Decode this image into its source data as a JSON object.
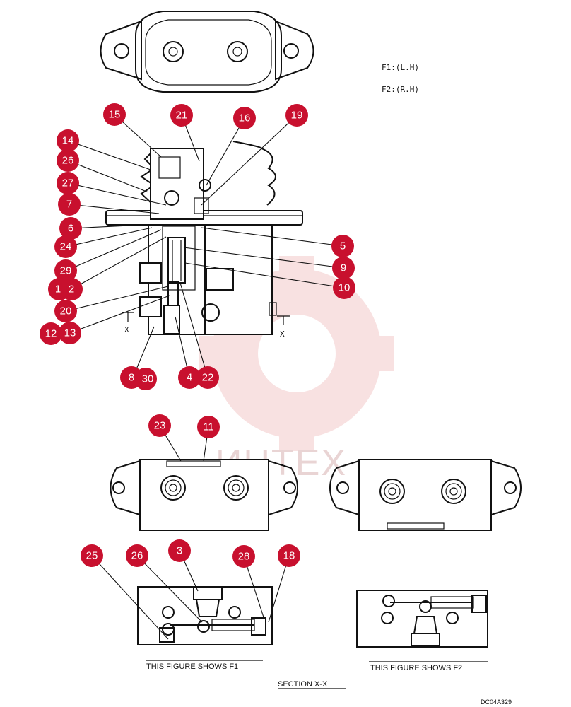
{
  "legend": {
    "f1": "F1:(L.H)",
    "f2": "F2:(R.H)"
  },
  "section_mark": "X",
  "captions": {
    "f1_figure": "THIS FIGURE SHOWS  F1",
    "f2_figure": "THIS FIGURE SHOWS  F2",
    "section": "SECTION  X-X"
  },
  "drawing_code": "DC04A329",
  "watermark": {
    "text": "ИНТЕХ",
    "color": "#f3c9c9"
  },
  "badge_color": "#c8102e",
  "callouts": [
    "15",
    "21",
    "16",
    "19",
    "14",
    "26",
    "27",
    "7",
    "6",
    "24",
    "29",
    "1",
    "2",
    "20",
    "12",
    "13",
    "8",
    "30",
    "4",
    "22",
    "5",
    "9",
    "10",
    "23",
    "11",
    "25",
    "26",
    "3",
    "28",
    "18"
  ]
}
